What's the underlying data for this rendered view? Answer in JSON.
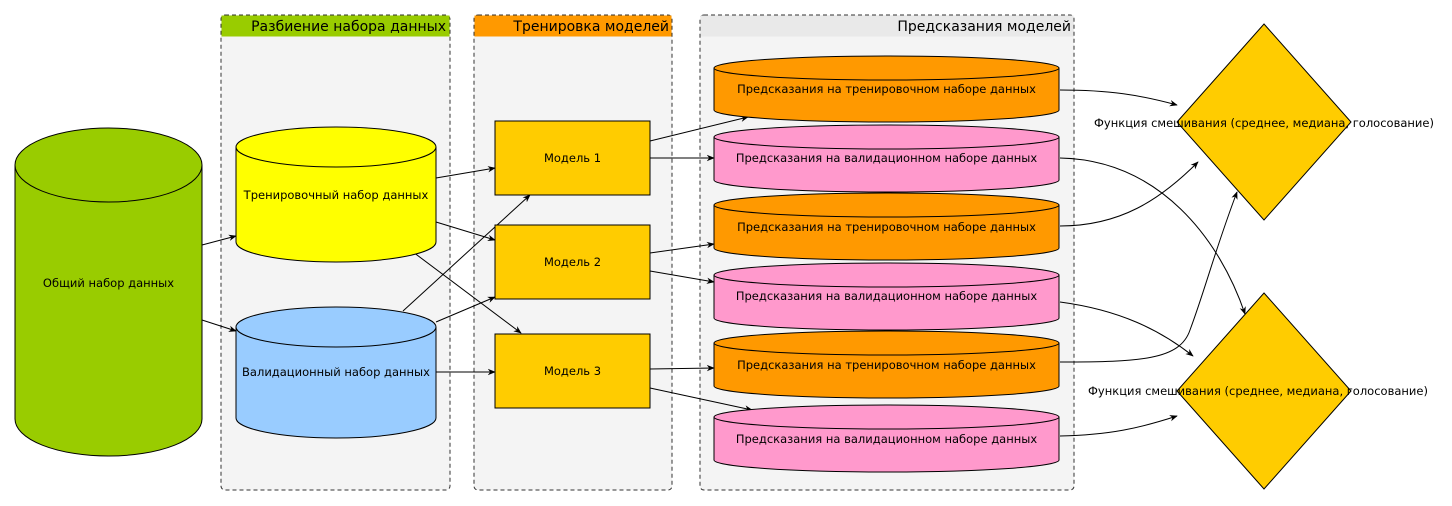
{
  "lanes": {
    "split": {
      "title": "Разбиение набора данных",
      "header_color": "#99cc00"
    },
    "training": {
      "title": "Тренировка моделей",
      "header_color": "#ff9900"
    },
    "predictions": {
      "title": "Предсказания моделей",
      "header_color": "#e9e9e9"
    }
  },
  "nodes": {
    "full_dataset": {
      "label": "Общий набор данных",
      "color": "#99cc00"
    },
    "train_set": {
      "label": "Тренировочный набор данных",
      "color": "#ffff00"
    },
    "val_set": {
      "label": "Валидационный набор данных",
      "color": "#99ccff"
    },
    "model_1": {
      "label": "Модель 1",
      "color": "#ffcc00"
    },
    "model_2": {
      "label": "Модель 2",
      "color": "#ffcc00"
    },
    "model_3": {
      "label": "Модель 3",
      "color": "#ffcc00"
    },
    "pred_train_1": {
      "label": "Предсказания на тренировочном наборе данных",
      "color": "#ff9900"
    },
    "pred_val_1": {
      "label": "Предсказания на валидационном наборе данных",
      "color": "#ff99cc"
    },
    "pred_train_2": {
      "label": "Предсказания на тренировочном наборе данных",
      "color": "#ff9900"
    },
    "pred_val_2": {
      "label": "Предсказания на валидационном наборе данных",
      "color": "#ff99cc"
    },
    "pred_train_3": {
      "label": "Предсказания на тренировочном наборе данных",
      "color": "#ff9900"
    },
    "pred_val_3": {
      "label": "Предсказания на валидационном наборе данных",
      "color": "#ff99cc"
    },
    "blend_train": {
      "label": "Функция смешивания (среднее, медиана, голосование)",
      "color": "#ffcc00"
    },
    "blend_val": {
      "label": "Функция смешивания (среднее, медиана, голосование)",
      "color": "#ffcc00"
    }
  }
}
